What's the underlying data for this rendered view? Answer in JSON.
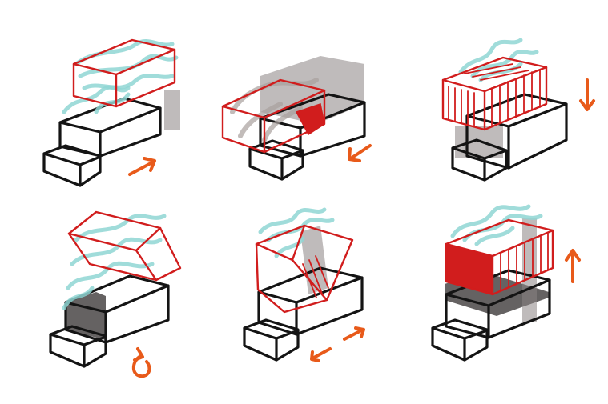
{
  "diagram": {
    "panels": [
      {
        "name": "panel-slide-right",
        "movement": "diagonal-up-right"
      },
      {
        "name": "panel-slide-left",
        "movement": "diagonal-down-left"
      },
      {
        "name": "panel-lower",
        "movement": "down"
      },
      {
        "name": "panel-rotate",
        "movement": "rotate"
      },
      {
        "name": "panel-tilt",
        "movement": "back-and-forth"
      },
      {
        "name": "panel-raise",
        "movement": "up"
      }
    ],
    "colors": {
      "outline": "#141414",
      "module": "#d11d1d",
      "vegetation": "#8fd6d3",
      "shadow": "#8a8484",
      "arrow": "#e85a1a"
    }
  }
}
